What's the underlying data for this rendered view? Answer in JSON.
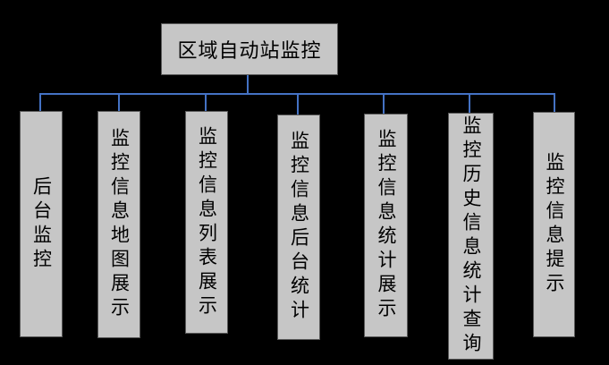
{
  "diagram": {
    "root_label": "区域自动站监控",
    "children": [
      {
        "label": "后台监控"
      },
      {
        "label": "监控信息地图展示"
      },
      {
        "label": "监控信息列表展示"
      },
      {
        "label": "监控信息后台统计"
      },
      {
        "label": "监控信息统计展示"
      },
      {
        "label": "监控历史信息统计查询"
      },
      {
        "label": "监控信息提示"
      }
    ]
  },
  "colors": {
    "background": "#000000",
    "box_fill": "#c6c6c6",
    "box_border": "#595959",
    "connector": "#4472c4",
    "text": "#000000"
  }
}
